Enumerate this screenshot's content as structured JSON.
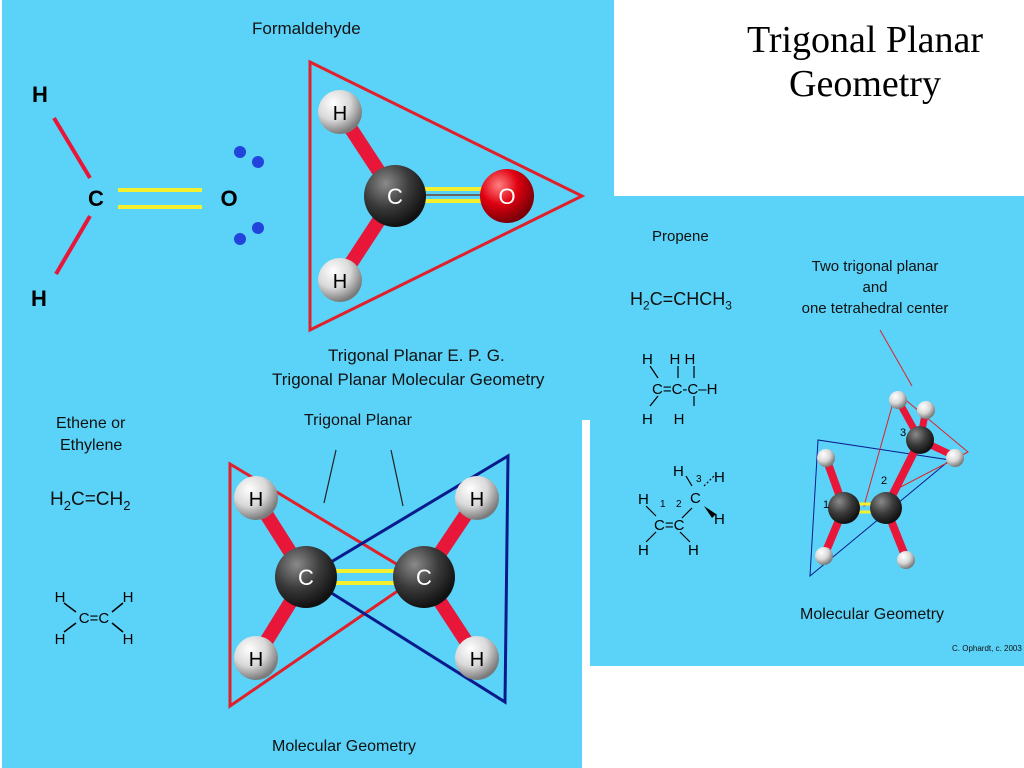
{
  "slide_title_line1": "Trigonal Planar",
  "slide_title_line2": "Geometry",
  "formaldehyde": {
    "name": "Formaldehyde",
    "lewis_atoms": {
      "h_top": "H",
      "c": "C",
      "o": "O",
      "h_bottom": "H"
    },
    "model_atoms": {
      "h_top": "H",
      "c": "C",
      "o": "O",
      "h_bottom": "H"
    },
    "epg_label": "Trigonal Planar E. P. G.",
    "mg_label": "Trigonal Planar Molecular Geometry"
  },
  "ethene": {
    "name_line1": "Ethene or",
    "name_line2": "Ethylene",
    "formula_h1": "H",
    "formula_sub1": "2",
    "formula_mid": "C=CH",
    "formula_sub2": "2",
    "struct": {
      "h_tl": "H",
      "h_tr": "H",
      "cc": "C=C",
      "h_bl": "H",
      "h_br": "H"
    },
    "trigonal_label": "Trigonal Planar",
    "model_atoms": {
      "h1": "H",
      "h2": "H",
      "h3": "H",
      "h4": "H",
      "c1": "C",
      "c2": "C"
    },
    "mg_label": "Molecular Geometry"
  },
  "propene": {
    "name": "Propene",
    "formula_h": "H",
    "formula_sub1": "2",
    "formula_mid": "C=CHCH",
    "formula_sub2": "3",
    "desc_line1": "Two trigonal planar",
    "desc_line2": "and",
    "desc_line3": "one tetrahedral center",
    "mg_label": "Molecular Geometry",
    "credit": "C. Ophardt, c. 2003",
    "struct1": {
      "row1": "H    H H",
      "row2": "C=C-C–H",
      "row3": "H     H"
    },
    "struct2": {
      "h_top": "H",
      "n3": "3",
      "h_right1": "H",
      "n1": "1",
      "n2": "2",
      "c_row": "C=C",
      "c3": "C",
      "h_left": "H",
      "h_right2": "H",
      "h_bl": "H",
      "h_br": "H"
    },
    "model_numbers": {
      "n1": "1",
      "n2": "2",
      "n3": "3"
    }
  },
  "colors": {
    "panel_bg": "#5bd3f8",
    "bond_red": "#e8173a",
    "double_bond_yellow": "#f4f030",
    "lone_pair_blue": "#2244dd",
    "triangle_red": "#e0202a",
    "triangle_navy": "#0a1a8c",
    "carbon": "#333333",
    "oxygen": "#e00010",
    "hydrogen": "#e8e8e8"
  }
}
